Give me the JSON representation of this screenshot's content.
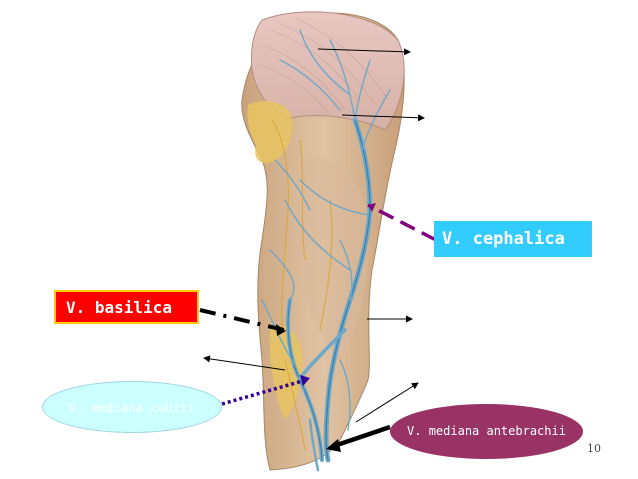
{
  "labels": {
    "cephalica": "V. cephalica",
    "basilica": "V. basilica",
    "mediana_cubiti": "V. mediana cubiti",
    "mediana_antebrachii": "V. mediana antebrachii"
  },
  "page_number": "10",
  "colors": {
    "cephalica_box": "#33ccff",
    "basilica_box": "#ff0000",
    "basilica_border": "#ffcc00",
    "cubiti_ellipse": "#ccffff",
    "antebrachii_ellipse": "#993366",
    "cephalica_pointer": "#800080",
    "cubiti_pointer": "#330099",
    "vein": "#6fa8c8",
    "muscle": "#d9b89a"
  }
}
